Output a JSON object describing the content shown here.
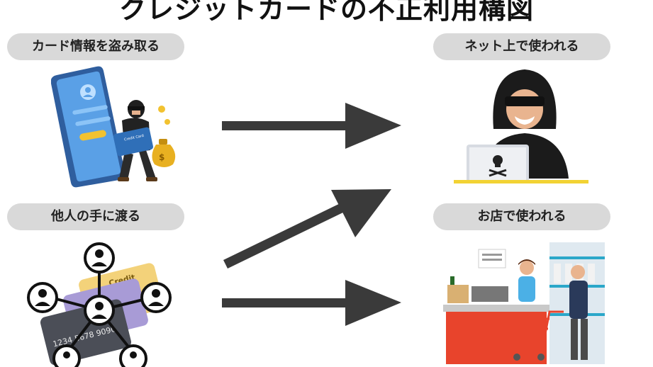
{
  "title": "クレジットカードの不正利用構図",
  "labels": {
    "steal": "カード情報を盗み取る",
    "spread": "他人の手に渡る",
    "online": "ネット上で使われる",
    "store": "お店で使われる"
  },
  "card": {
    "brand": "Credit",
    "sub": "card",
    "number": "1234 5678 9090",
    "phone_card_label": "Credit Card"
  },
  "colors": {
    "pill_bg": "#d9d9d9",
    "arrow": "#3a3a3a",
    "phone": "#4a8fd8",
    "counter_red": "#e8442c"
  }
}
